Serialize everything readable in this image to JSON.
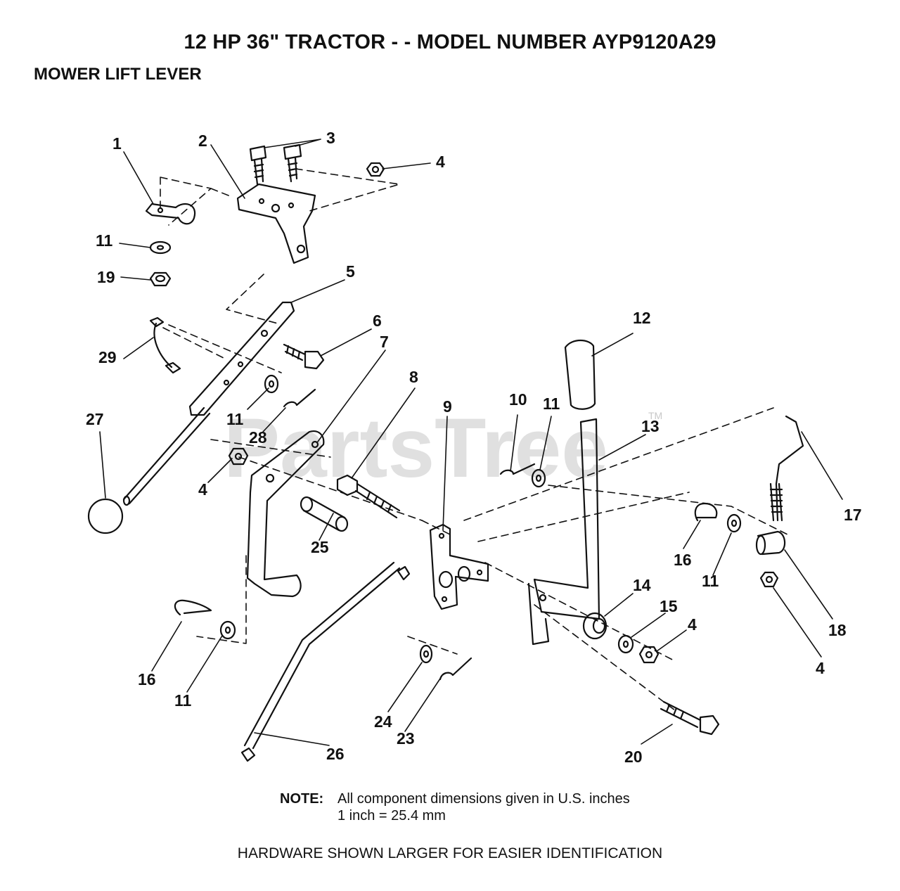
{
  "header": {
    "title": "12 HP 36\" TRACTOR - - MODEL NUMBER AYP9120A29",
    "section": "MOWER LIFT LEVER"
  },
  "watermark": {
    "text": "PartsTree",
    "tm": "TM"
  },
  "callouts": [
    "1",
    "2",
    "3",
    "4",
    "11",
    "19",
    "5",
    "6",
    "29",
    "7",
    "12",
    "27",
    "11",
    "28",
    "8",
    "9",
    "10",
    "11",
    "13",
    "4",
    "25",
    "17",
    "16",
    "11",
    "14",
    "18",
    "15",
    "4",
    "16",
    "11",
    "4",
    "24",
    "23",
    "26",
    "20"
  ],
  "note": {
    "label": "NOTE:",
    "line1": "All component dimensions given in U.S. inches",
    "line2": "1 inch = 25.4 mm"
  },
  "footer": "HARDWARE SHOWN LARGER FOR EASIER IDENTIFICATION"
}
